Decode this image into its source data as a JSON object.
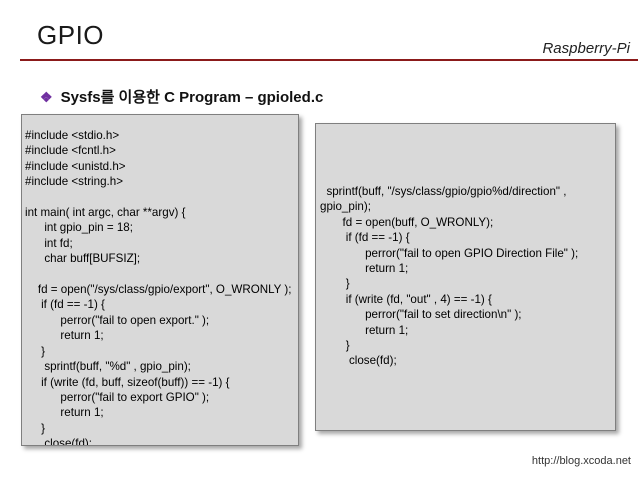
{
  "header": {
    "title": "GPIO",
    "brand": "Raspberry-Pi",
    "bullet_icon": "diamond-bullet-icon",
    "subtitle": "Sysfs를 이용한 C Program – gpioled.c"
  },
  "colors": {
    "rule": "#8b1a1a",
    "bullet": "#7030a0",
    "code_bg": "#d9d9d9"
  },
  "code": {
    "left": "#include <stdio.h>\n#include <fcntl.h>\n#include <unistd.h>\n#include <string.h>\n\nint main( int argc, char **argv) {\n      int gpio_pin = 18;\n      int fd;\n      char buff[BUFSIZ];\n\n    fd = open(\"/sys/class/gpio/export\", O_WRONLY );\n     if (fd == -1) {\n           perror(\"fail to open export.\" );\n           return 1;\n     }\n      sprintf(buff, \"%d\" , gpio_pin);\n     if (write (fd, buff, sizeof(buff)) == -1) {\n           perror(\"fail to export GPIO\" );\n           return 1;\n     }\n      close(fd);",
    "right": "  sprintf(buff, \"/sys/class/gpio/gpio%d/direction\" ,\ngpio_pin);\n       fd = open(buff, O_WRONLY);\n        if (fd == -1) {\n              perror(\"fail to open GPIO Direction File\" );\n              return 1;\n        }\n        if (write (fd, \"out\" , 4) == -1) {\n              perror(\"fail to set direction\\n\" );\n              return 1;\n        }\n         close(fd);"
  },
  "footer": {
    "url": "http://blog.xcoda.net"
  }
}
